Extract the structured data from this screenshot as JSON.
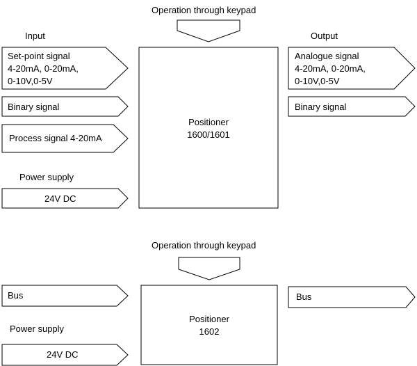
{
  "top": {
    "keypad_label": "Operation through keypad",
    "input_header": "Input",
    "output_header": "Output",
    "inputs": [
      "Set-point signal\n4-20mA, 0-20mA,\n0-10V,0-5V",
      "Binary signal",
      "Process signal 4-20mA"
    ],
    "power_label": "Power supply",
    "power_value": "24V DC",
    "positioner": "Positioner\n1600/1601",
    "outputs": [
      "Analogue signal\n4-20mA, 0-20mA,\n0-10V,0-5V",
      "Binary signal"
    ]
  },
  "bottom": {
    "keypad_label": "Operation through keypad",
    "input_bus": "Bus",
    "power_label": "Power supply",
    "power_value": "24V DC",
    "positioner": "Positioner\n1602",
    "output_bus": "Bus"
  }
}
